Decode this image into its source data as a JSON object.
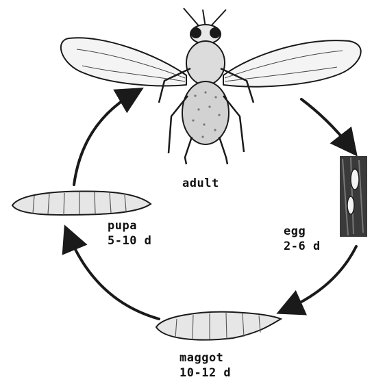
{
  "stages": {
    "adult": {
      "name": "adult"
    },
    "egg": {
      "name": "egg",
      "duration": "2-6 d"
    },
    "maggot": {
      "name": "maggot",
      "duration": "10-12 d"
    },
    "pupa": {
      "name": "pupa",
      "duration": "5-10 d"
    }
  },
  "colors": {
    "ink": "#1a1a1a",
    "background": "#ffffff",
    "wing_fill": "#f4f4f4",
    "larva_fill": "#e6e6e6",
    "egg_bark": "#3a3a3a"
  },
  "icons": {
    "adult": "fly-illustration",
    "egg": "egg-on-bark-illustration",
    "maggot": "maggot-illustration",
    "pupa": "pupa-illustration",
    "arrows": "cycle-arrow"
  }
}
